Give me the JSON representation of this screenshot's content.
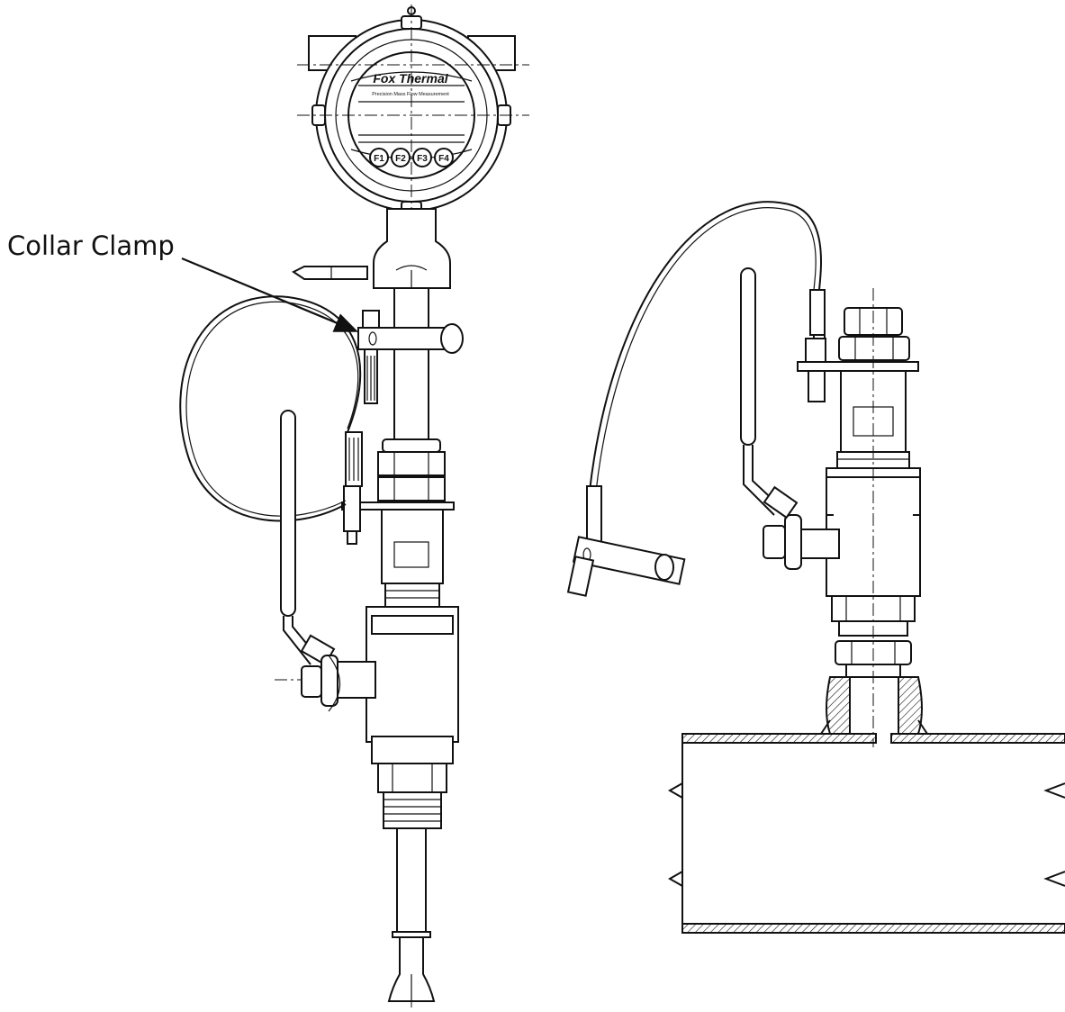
{
  "callout": {
    "label": "Collar Clamp"
  },
  "meter_face": {
    "brand": "Fox Thermal",
    "tagline": "Precision Mass Flow Measurement",
    "buttons": [
      "F1",
      "F2",
      "F3",
      "F4"
    ]
  }
}
